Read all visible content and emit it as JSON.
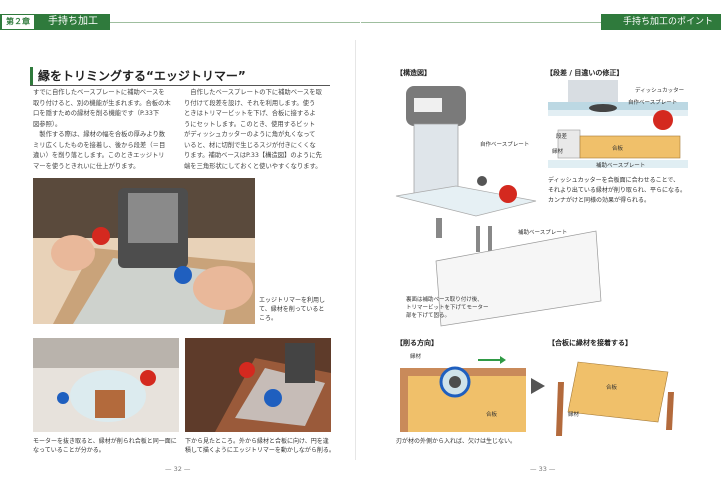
{
  "header": {
    "chapter": "第２章",
    "left_title": "手持ち加工",
    "right_title": "手持ち加工のポイント"
  },
  "article": {
    "title": "縁をトリミングする“エッジトリマー”",
    "col1": [
      "すでに自作したベースプレートに補助ベースを",
      "取り付けると、別の機能が生まれます。合板の木",
      "口を隠すための縁材を削る機能です（P.33下",
      "図参照）。",
      "　製作する際は、縁材の幅を合板の厚みより数",
      "ミリ広くしたものを接着し、後から段差（＝目",
      "違い）を削り落とします。このときエッジトリ",
      "マーを使うときれいに仕上がります。"
    ],
    "col2": [
      "　自作したベースプレートの下に補助ベースを取",
      "り付けて段差を設け、それを利用します。使う",
      "ときはトリマービットを下げ、合板に接するよ",
      "うにセットします。このとき、使用するビット",
      "がディッシュカッターのように角が丸くなって",
      "いると、材に切削で生じるスジが付きにくくな",
      "ります。補助ベースはP.33【構造図】のように先",
      "端を三角形状にしておくと使いやすくなります。"
    ]
  },
  "captions": {
    "main_photo": [
      "エッジトリマーを利用し",
      "て、縁材を削っていると",
      "ころ。"
    ],
    "photo_a": [
      "モーターを抜き取ると、縁材が削られ合板と同一面に",
      "なっていることが分かる。"
    ],
    "photo_b": [
      "下から見たところ。外から縁材と合板に向け、円を逢",
      "積して描くようにエッジトリマーを動かしながら削る。"
    ]
  },
  "right": {
    "structure_title": "【構造図】",
    "step_title": "【段差 / 目違いの修正】",
    "cut_title": "【削る方向】",
    "glue_title": "【合板に縁材を接着する】",
    "labels": {
      "self_base": "自作ベースプレート",
      "aux_base": "補助ベースプレート",
      "step_dish": "ディッシュカッター",
      "step_self": "自作ベースプレート",
      "step_gap": "段差",
      "step_edge": "縁材",
      "step_plywood": "合板",
      "step_aux": "補助ベースプレート",
      "cut_edge": "縁材",
      "cut_plywood": "合板",
      "glue_plywood": "合板",
      "glue_edge": "縁材"
    },
    "struct_note": [
      "裏面は補助ベース取り付け後、",
      "トリマービットを下げてモーター",
      "部を下げて固る。"
    ],
    "step_note": [
      "ディッシュカッターを合板面に合わせることで、",
      "それより出ている縁材が削り取られ、平らになる。",
      "カンナがけと同様の効果が得られる。"
    ],
    "cut_note": "刃が材の外側から入れば、欠けは生じない。"
  },
  "pages": {
    "left": "— 32 —",
    "right": "— 33 —"
  }
}
